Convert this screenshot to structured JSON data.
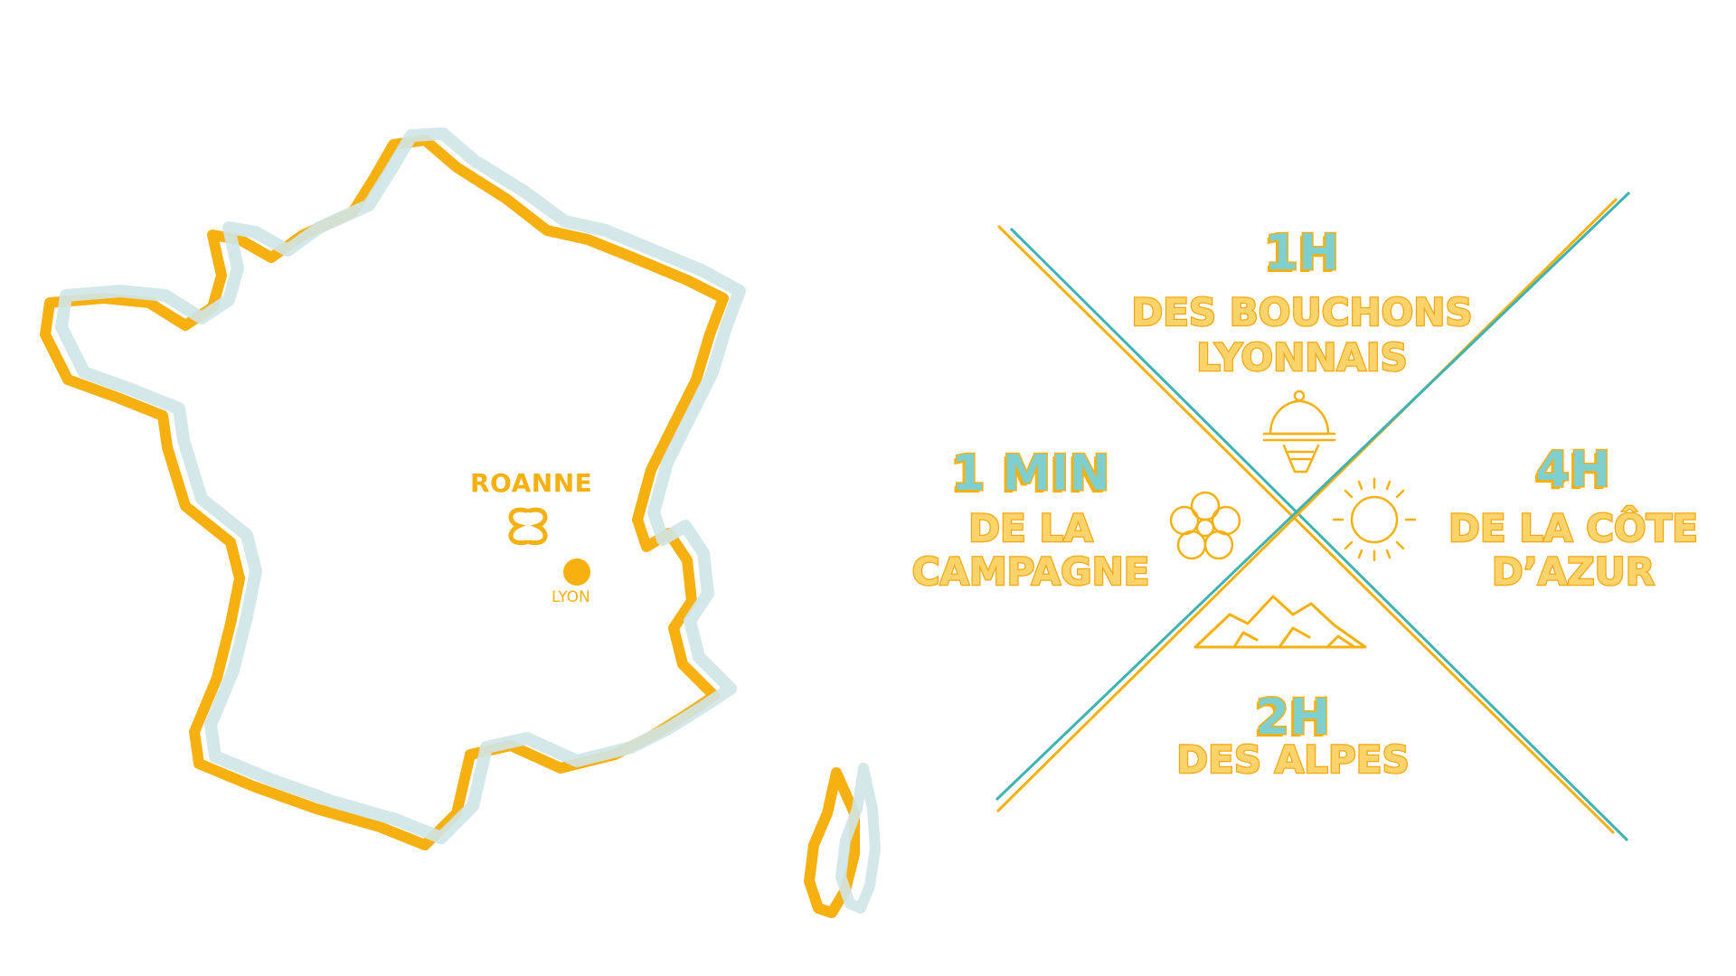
{
  "colors": {
    "yellow": "#f6b010",
    "teal": "#3fb3b3",
    "light_blue": "#cfe6e8"
  },
  "map": {
    "city_roanne": "ROANNE",
    "city_lyon": "LYON",
    "logo_icon": "roanne-logo-icon",
    "lyon_marker_icon": "lyon-dot-icon"
  },
  "distances": {
    "top": {
      "time": "1H",
      "line1": "DES BOUCHONS",
      "line2": "LYONNAIS",
      "icon": "cloche-icon"
    },
    "left": {
      "time": "1 MIN",
      "line1": "DE LA",
      "line2": "CAMPAGNE",
      "icon": "flower-icon"
    },
    "right": {
      "time": "4H",
      "line1": "DE LA CÔTE",
      "line2": "D’AZUR",
      "icon": "sun-icon"
    },
    "bottom": {
      "time": "2H",
      "line1": "DES ALPES",
      "icon": "mountain-icon"
    }
  }
}
